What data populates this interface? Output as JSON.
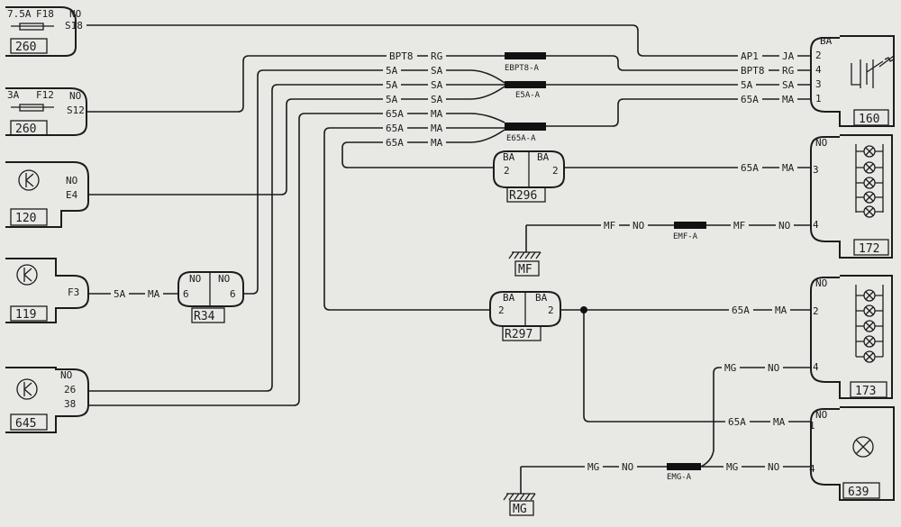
{
  "components": {
    "c260a": {
      "id": "260",
      "fuse_rating": "7.5A",
      "fuse_id": "F18",
      "pins": [
        "NO",
        "S18"
      ]
    },
    "c260b": {
      "id": "260",
      "fuse_rating": "3A",
      "fuse_id": "F12",
      "pins": [
        "NO",
        "S12"
      ]
    },
    "c120": {
      "id": "120",
      "pins": [
        "NO",
        "E4"
      ]
    },
    "c119": {
      "id": "119",
      "pins": [
        "F3"
      ]
    },
    "c645": {
      "id": "645",
      "pins": [
        "NO",
        "26",
        "38"
      ]
    },
    "c160": {
      "id": "160",
      "pins": [
        "BA",
        "2",
        "4",
        "3",
        "1"
      ]
    },
    "c172": {
      "id": "172",
      "pins": [
        "NO",
        "3",
        "4"
      ]
    },
    "c173": {
      "id": "173",
      "pins": [
        "NO",
        "2",
        "4"
      ]
    },
    "c639": {
      "id": "639",
      "pins": [
        "NO",
        "1",
        "4"
      ]
    },
    "r296": {
      "id": "R296",
      "left_color": "BA",
      "right_color": "BA",
      "left_pin": "2",
      "right_pin": "2"
    },
    "r297": {
      "id": "R297",
      "left_color": "BA",
      "right_color": "BA",
      "left_pin": "2",
      "right_pin": "2"
    },
    "r34": {
      "id": "R34",
      "left_color": "NO",
      "right_color": "NO",
      "left_pin": "6",
      "right_pin": "6"
    },
    "mf": {
      "id": "MF"
    },
    "mg": {
      "id": "MG"
    }
  },
  "splices": {
    "ebpt8": "EBPT8-A",
    "e5a": "E5A-A",
    "e65a": "E65A-A",
    "emf": "EMF-A",
    "emg": "EMG-A"
  },
  "wire_labels": {
    "ja": "JA",
    "ap1": "AP1",
    "bpt8": "BPT8",
    "rg": "RG",
    "sa": "SA",
    "w5a": "5A",
    "w65a": "65A",
    "ma": "MA",
    "mf": "MF",
    "mg": "MG",
    "no": "NO"
  }
}
